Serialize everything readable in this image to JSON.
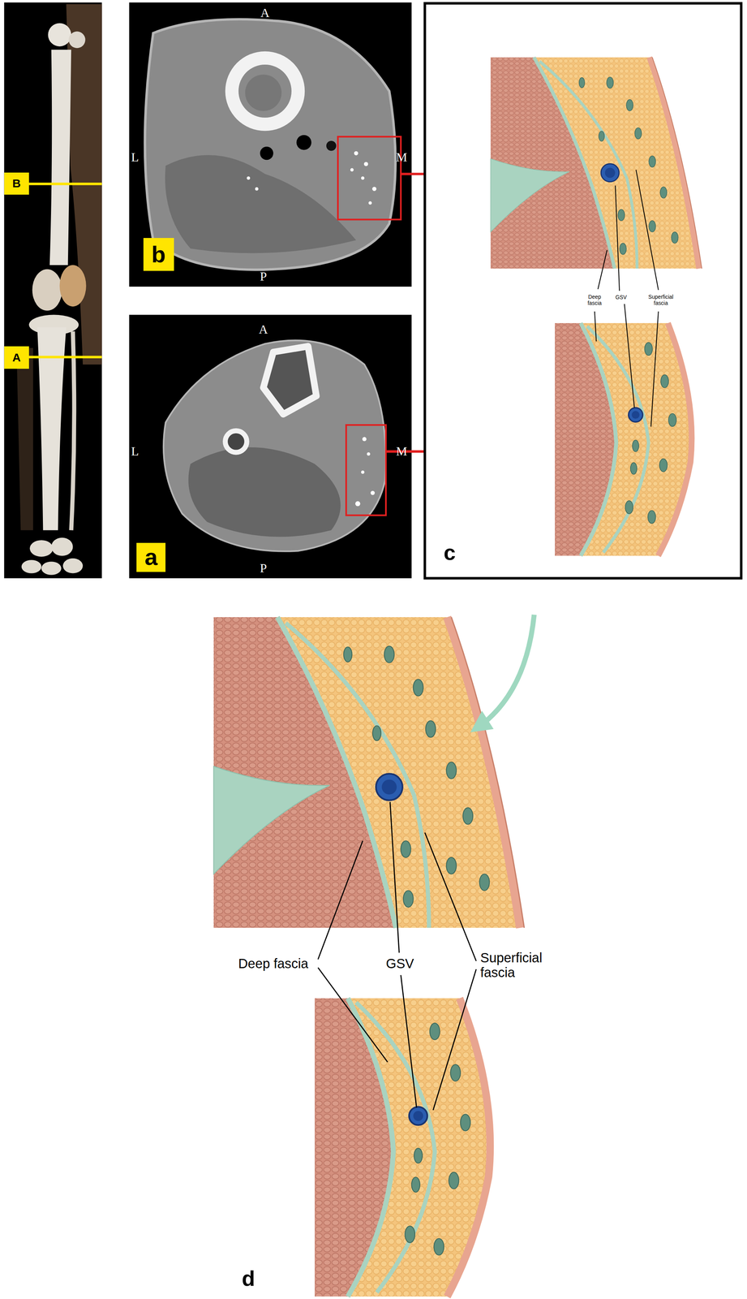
{
  "diagram": {
    "nodes": [
      {
        "text": [
          "B"
        ]
      },
      {
        "text": [
          "A"
        ]
      },
      {
        "text": [
          "b"
        ]
      },
      {
        "text": [
          "a"
        ]
      }
    ],
    "labels": [
      "A",
      "L",
      "M",
      "P",
      "A",
      "L",
      "M",
      "P",
      "c",
      "Deep fascia",
      "GSV",
      "Superficial fascia",
      "Deep fascia",
      "GSV",
      "Superficial fascia",
      "d"
    ]
  }
}
